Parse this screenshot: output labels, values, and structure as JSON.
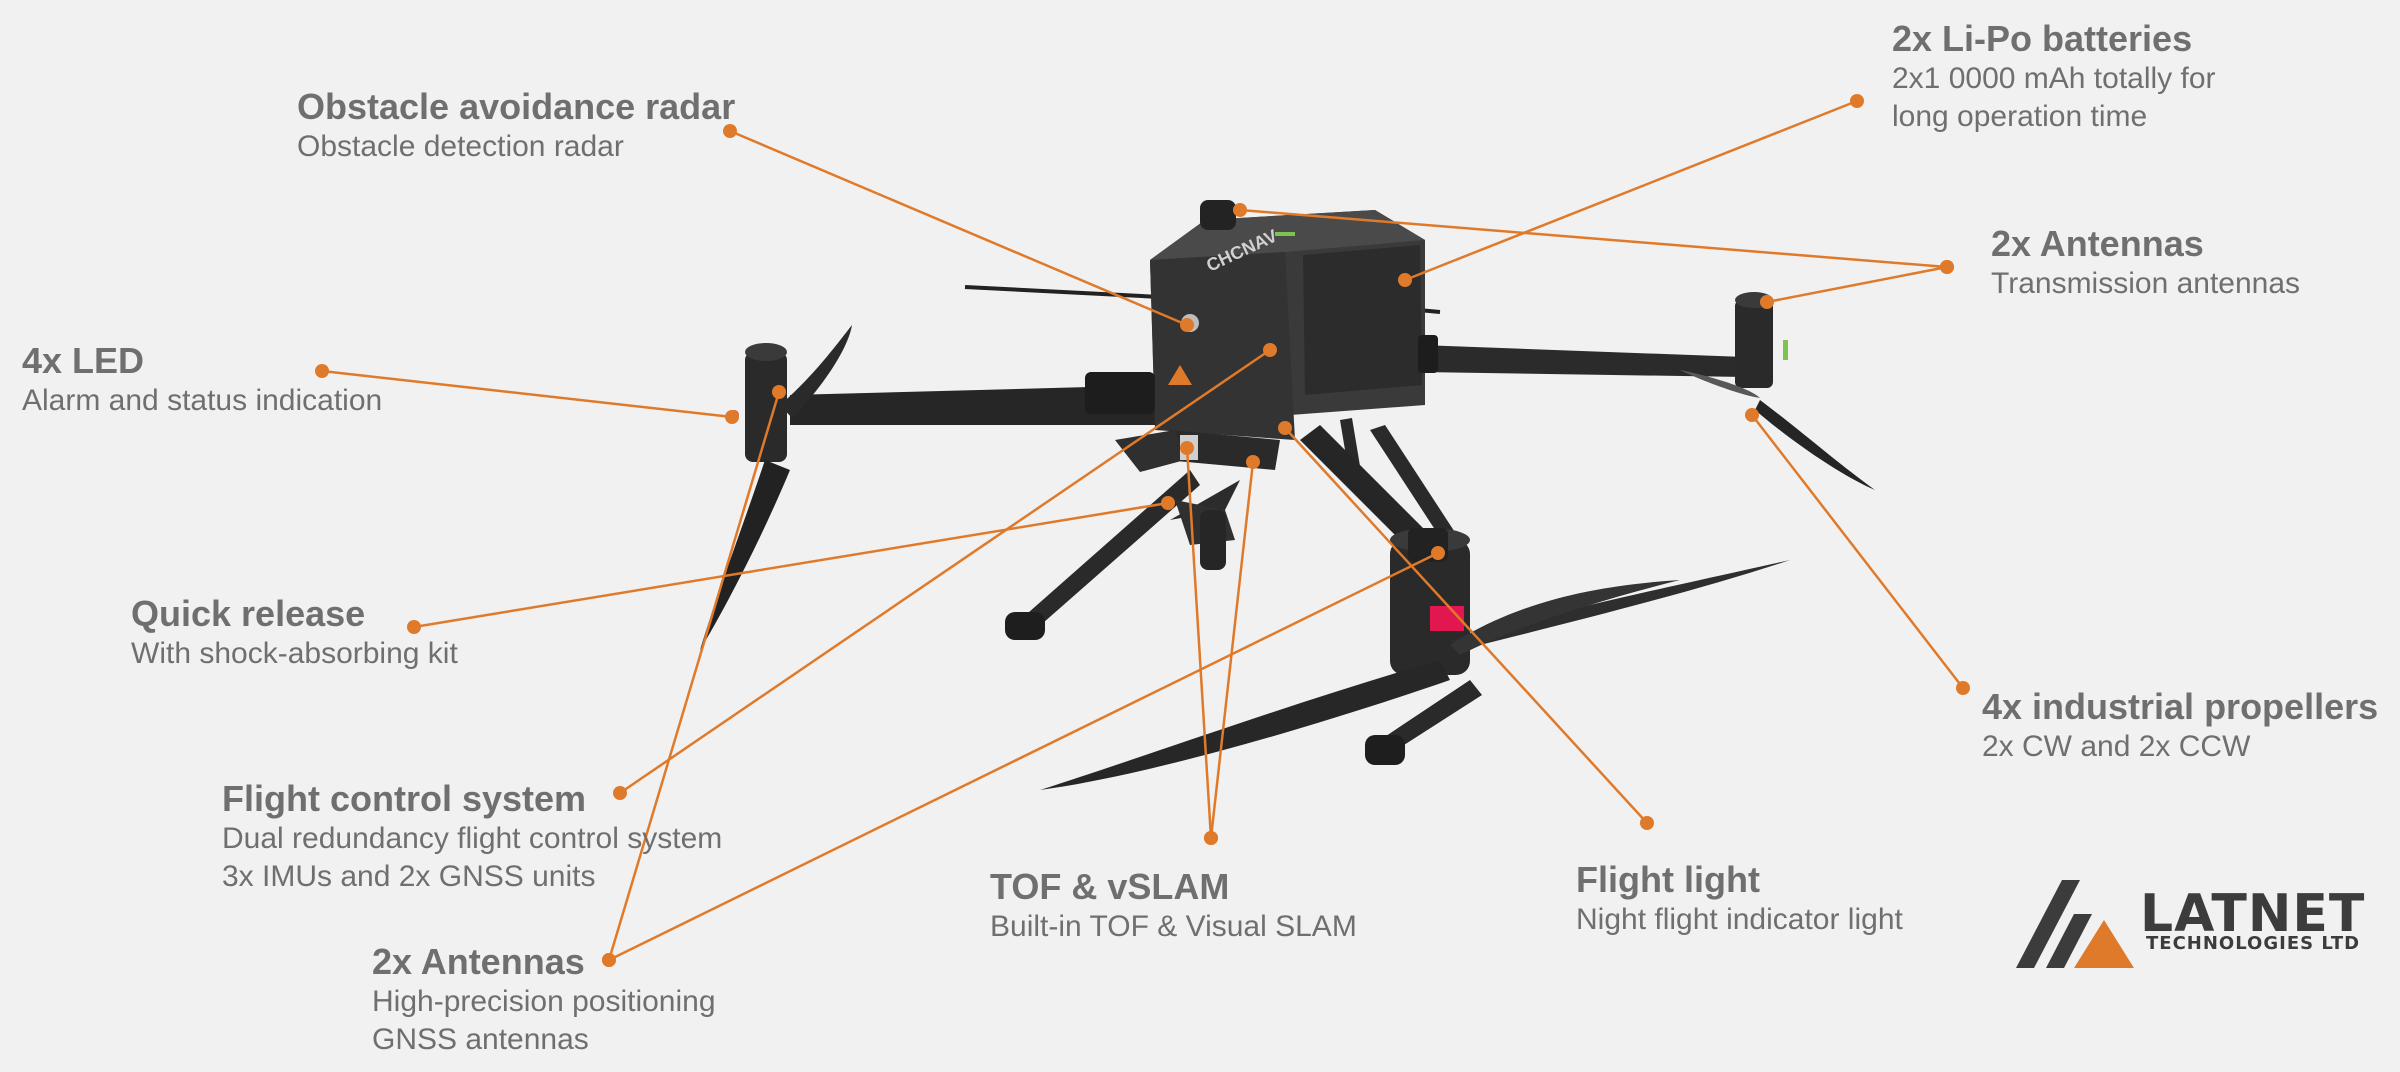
{
  "colors": {
    "accent": "#e07a2b",
    "text": "#6f6f6f",
    "background": "#f1f1f1",
    "drone_body": "#2f2f2f"
  },
  "callouts": [
    {
      "id": "radar",
      "title": "Obstacle avoidance radar",
      "desc": [
        "Obstacle detection radar"
      ]
    },
    {
      "id": "batteries",
      "title": "2x Li-Po batteries",
      "desc": [
        "2x1 0000 mAh totally for",
        "long operation time"
      ]
    },
    {
      "id": "antennas-top",
      "title": "2x Antennas",
      "desc": [
        "Transmission antennas"
      ]
    },
    {
      "id": "led",
      "title": "4x LED",
      "desc": [
        "Alarm and status indication"
      ]
    },
    {
      "id": "quick-release",
      "title": "Quick release",
      "desc": [
        "With shock-absorbing kit"
      ]
    },
    {
      "id": "propellers",
      "title": "4x industrial propellers",
      "desc": [
        "2x CW and 2x CCW"
      ]
    },
    {
      "id": "flight-control",
      "title": "Flight control system",
      "desc": [
        "Dual redundancy flight control system",
        "3x IMUs and 2x GNSS units"
      ]
    },
    {
      "id": "tof",
      "title": "TOF & vSLAM",
      "desc": [
        "Built-in TOF & Visual SLAM"
      ]
    },
    {
      "id": "flight-light",
      "title": "Flight light",
      "desc": [
        "Night flight indicator light"
      ]
    },
    {
      "id": "antennas-gnss",
      "title": "2x Antennas",
      "desc": [
        "High-precision positioning",
        "GNSS antennas"
      ]
    }
  ],
  "drone": {
    "body_brand": "CHCNAV"
  },
  "logo": {
    "name": "LATNET",
    "sub": "TECHNOLOGIES LTD"
  }
}
